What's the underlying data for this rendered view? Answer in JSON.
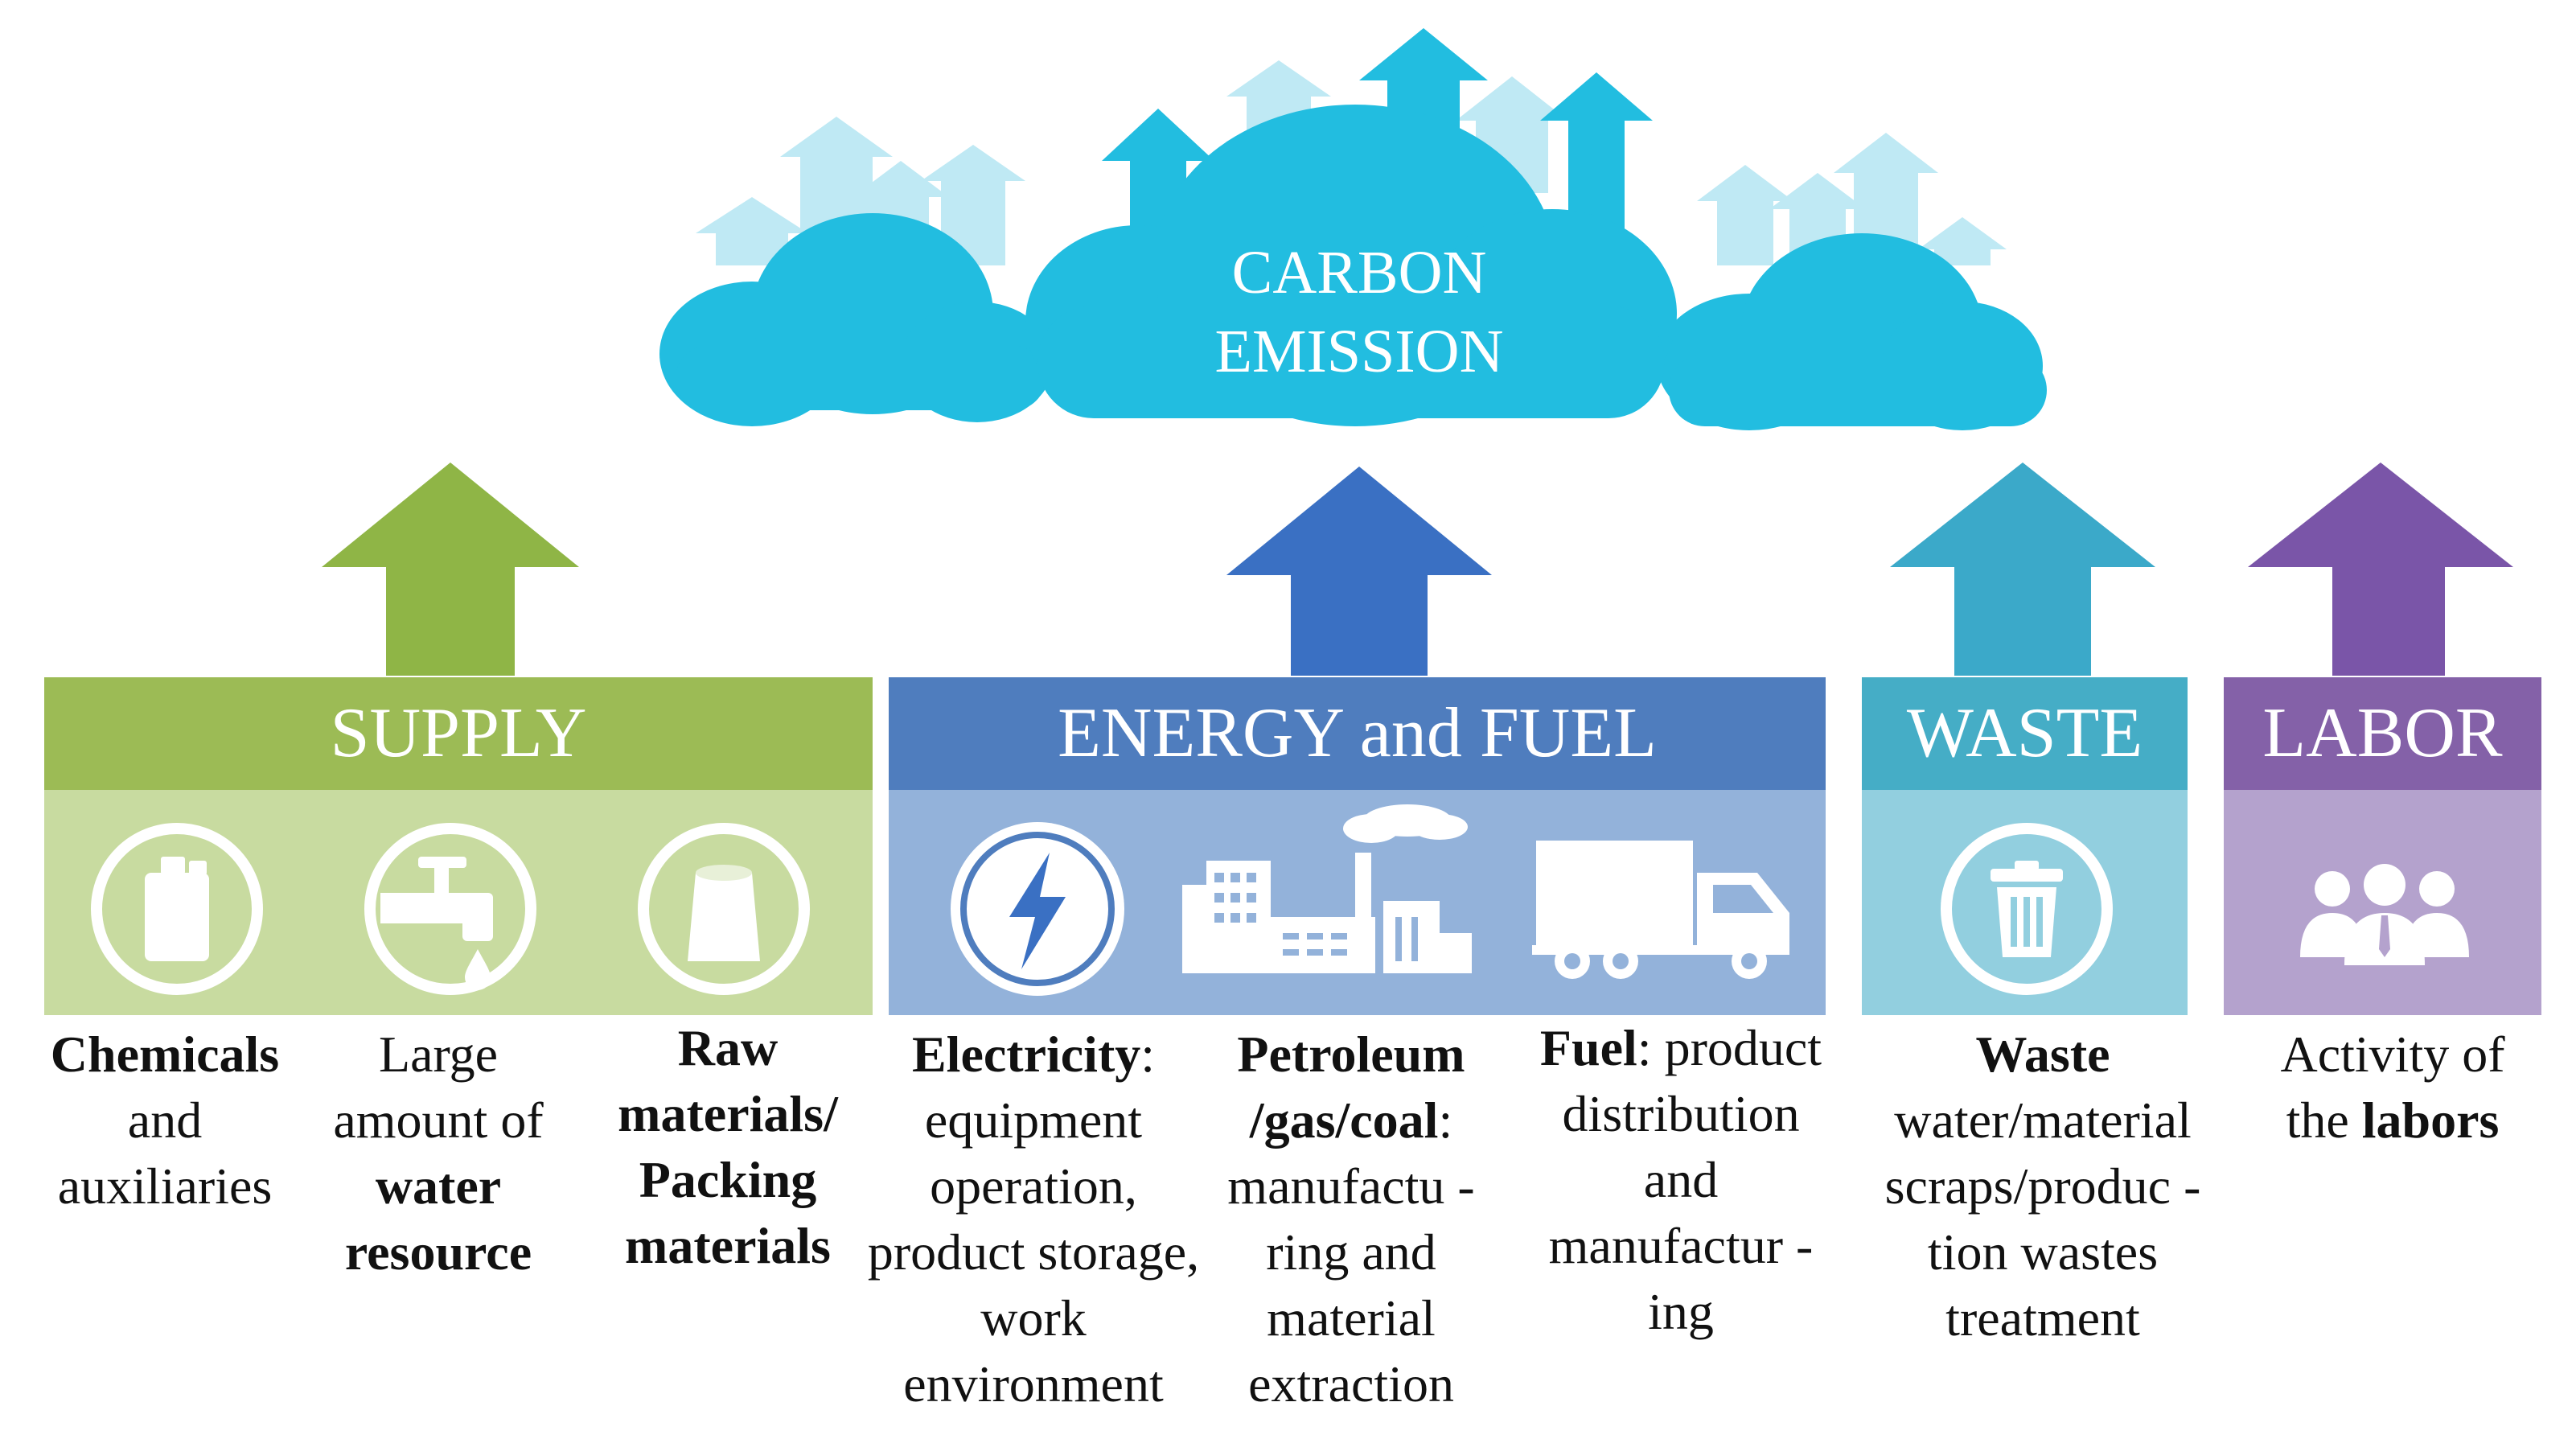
{
  "cloud": {
    "line1": "CARBON",
    "line2": "EMISSION"
  },
  "colors": {
    "cloud": "#22bde0",
    "cloud_arrow_light": "#bfe9f4",
    "supply_header": "#9cbb55",
    "supply_panel": "#c8dba0",
    "supply_arrow": "#8fb546",
    "energy_header": "#4f7dbe",
    "energy_panel": "#93b2da",
    "energy_arrow": "#3a70c3",
    "waste_header": "#45adc6",
    "waste_panel": "#92cfdf",
    "waste_arrow": "#3ba9c9",
    "labor_header": "#8461a8",
    "labor_panel": "#b4a2cd",
    "labor_arrow": "#7a55a8"
  },
  "categories": [
    {
      "key": "supply",
      "header": "SUPPLY"
    },
    {
      "key": "energy",
      "header": "ENERGY and FUEL"
    },
    {
      "key": "waste",
      "header": "WASTE"
    },
    {
      "key": "labor",
      "header": "LABOR"
    }
  ],
  "icons": [
    "jerrycan-icon",
    "water-tap-icon",
    "paper-roll-icon",
    "lightning-icon",
    "factory-icon",
    "truck-icon",
    "trash-bin-icon",
    "people-group-icon"
  ],
  "descriptions": {
    "chemicals": {
      "bold": "Chemicals",
      "rest": "and auxiliaries"
    },
    "water": {
      "pre": "Large amount of",
      "bold": "water resource"
    },
    "raw": {
      "bold": "Raw materials/ Packing materials"
    },
    "electricity": {
      "bold": "Electricity",
      "rest": ": equipment operation, product storage, work environment"
    },
    "petroleum": {
      "bold": "Petroleum /gas/coal",
      "rest": ": manufactu -ring and material extraction"
    },
    "fuel": {
      "bold": "Fuel",
      "rest": ": product distribution and manufactur -ing"
    },
    "waste": {
      "bold": "Waste",
      "rest": "water/material scraps/produc -tion wastes treatment"
    },
    "labor": {
      "pre": "Activity of the",
      "bold": "labors"
    }
  }
}
